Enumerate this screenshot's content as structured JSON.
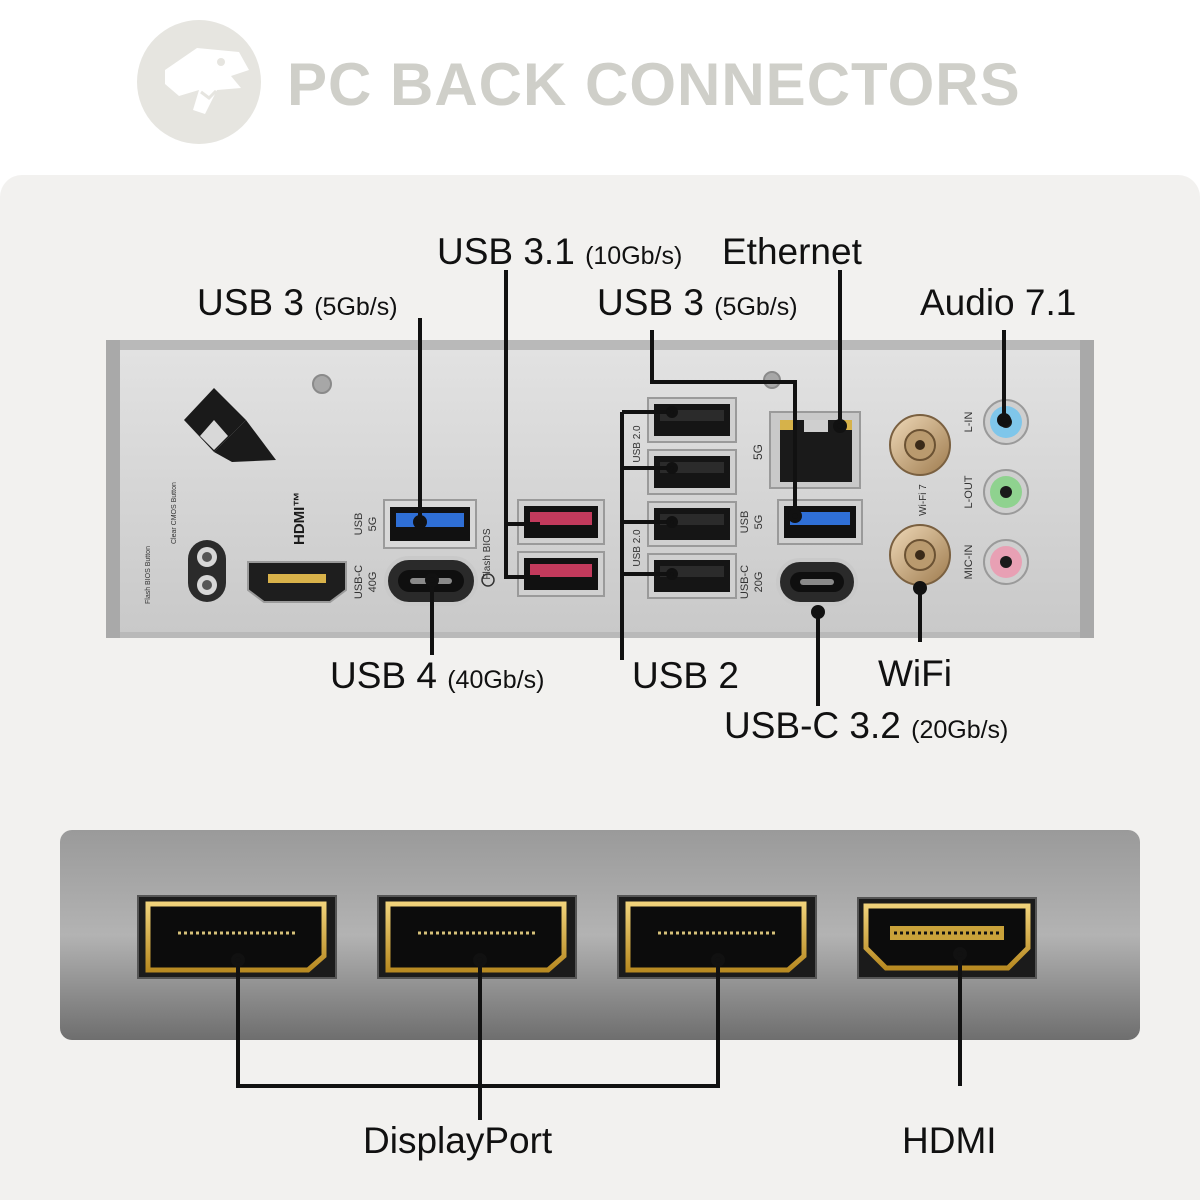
{
  "header": {
    "title": "PC BACK CONNECTORS"
  },
  "io_panel": {
    "hdmi_logo": "HDMI™",
    "port_marks": {
      "usb_5g_left": [
        "USB",
        "5G"
      ],
      "usbc_40g": [
        "USB-C",
        "40G"
      ],
      "flash_bios": "Flash BIOS",
      "usb20_a": "USB 2.0",
      "usb20_b": "USB 2.0",
      "five_g": "5G",
      "usb_5g_right": [
        "USB",
        "5G"
      ],
      "usbc_20g": [
        "USB-C",
        "20G"
      ],
      "wifi7": "Wi-Fi 7",
      "l_in": "L-IN",
      "l_out": "L-OUT",
      "mic_in": "MIC-IN",
      "btn_clear": [
        "Clear",
        "CMOS",
        "Button"
      ],
      "btn_flash": [
        "Flash",
        "BIOS",
        "Button"
      ]
    },
    "colors": {
      "usb3_blue": "#2f6fd6",
      "usb31_red": "#c23a5c",
      "audio_line_in": "#7fc6ea",
      "audio_line_out": "#8fd28f",
      "audio_mic": "#e8a0b4",
      "gold": "#d2a93a"
    }
  },
  "labels": {
    "usb3_left": {
      "main": "USB 3",
      "sub": "(5Gb/s)"
    },
    "usb31": {
      "main": "USB 3.1",
      "sub": "(10Gb/s)"
    },
    "ethernet": {
      "main": "Ethernet"
    },
    "usb3_right": {
      "main": "USB 3",
      "sub": "(5Gb/s)"
    },
    "audio": {
      "main": "Audio 7.1"
    },
    "usb4": {
      "main": "USB 4",
      "sub": "(40Gb/s)"
    },
    "usb2": {
      "main": "USB 2"
    },
    "wifi": {
      "main": "WiFi"
    },
    "usbc32": {
      "main": "USB-C 3.2",
      "sub": "(20Gb/s)"
    },
    "displayport": {
      "main": "DisplayPort"
    },
    "hdmi": {
      "main": "HDMI"
    }
  }
}
